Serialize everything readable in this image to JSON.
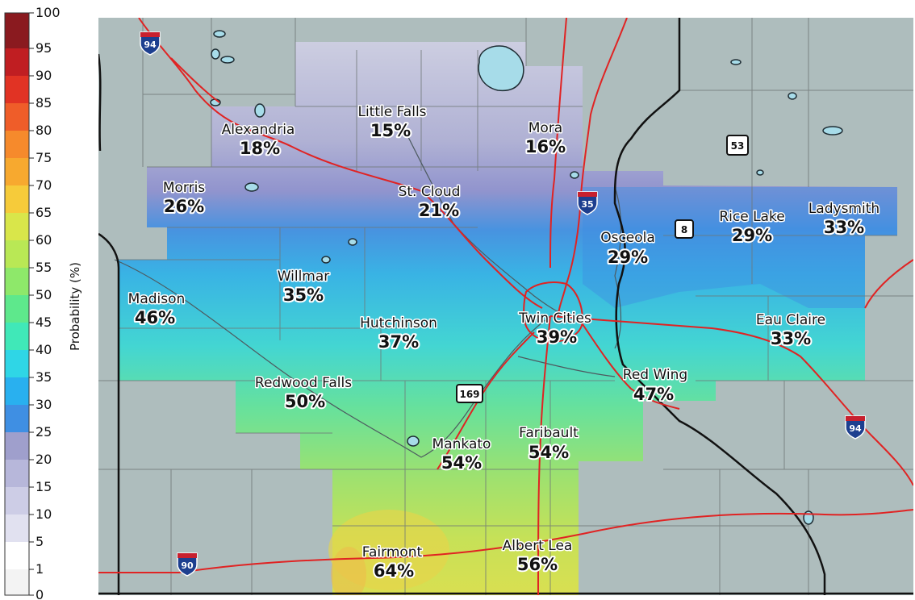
{
  "colorbar": {
    "title": "Probability (%)",
    "min": 0,
    "max": 100,
    "ticks": [
      "0",
      "1",
      "5",
      "10",
      "15",
      "20",
      "25",
      "30",
      "35",
      "40",
      "45",
      "50",
      "55",
      "60",
      "65",
      "70",
      "75",
      "80",
      "85",
      "90",
      "95",
      "100"
    ],
    "colors": [
      "#f3f3f3",
      "#ffffff",
      "#e1e1f0",
      "#cdcde6",
      "#b7b7da",
      "#9f9fcc",
      "#3f8fe3",
      "#29b0ef",
      "#2fd6e6",
      "#40e8b8",
      "#5ee88c",
      "#8ee86a",
      "#b9e855",
      "#d9e64a",
      "#f6cb3a",
      "#f7a92f",
      "#f68a2c",
      "#ef5d29",
      "#e13324",
      "#c01e22",
      "#8a1a1f"
    ]
  },
  "cities": [
    {
      "name": "Little Falls",
      "value": "15%"
    },
    {
      "name": "Alexandria",
      "value": "18%"
    },
    {
      "name": "Mora",
      "value": "16%"
    },
    {
      "name": "Morris",
      "value": "26%"
    },
    {
      "name": "St. Cloud",
      "value": "21%"
    },
    {
      "name": "Rice Lake",
      "value": "29%"
    },
    {
      "name": "Ladysmith",
      "value": "33%"
    },
    {
      "name": "Osceola",
      "value": "29%"
    },
    {
      "name": "Willmar",
      "value": "35%"
    },
    {
      "name": "Madison",
      "value": "46%"
    },
    {
      "name": "Hutchinson",
      "value": "37%"
    },
    {
      "name": "Twin Cities",
      "value": "39%"
    },
    {
      "name": "Eau Claire",
      "value": "33%"
    },
    {
      "name": "Redwood Falls",
      "value": "50%"
    },
    {
      "name": "Red Wing",
      "value": "47%"
    },
    {
      "name": "Faribault",
      "value": "54%"
    },
    {
      "name": "Mankato",
      "value": "54%"
    },
    {
      "name": "Fairmont",
      "value": "64%"
    },
    {
      "name": "Albert Lea",
      "value": "56%"
    }
  ],
  "shields": {
    "i94_nw": "94",
    "i35": "35",
    "i94_se": "94",
    "i90": "90",
    "us53": "53",
    "us8": "8",
    "us169": "169"
  }
}
